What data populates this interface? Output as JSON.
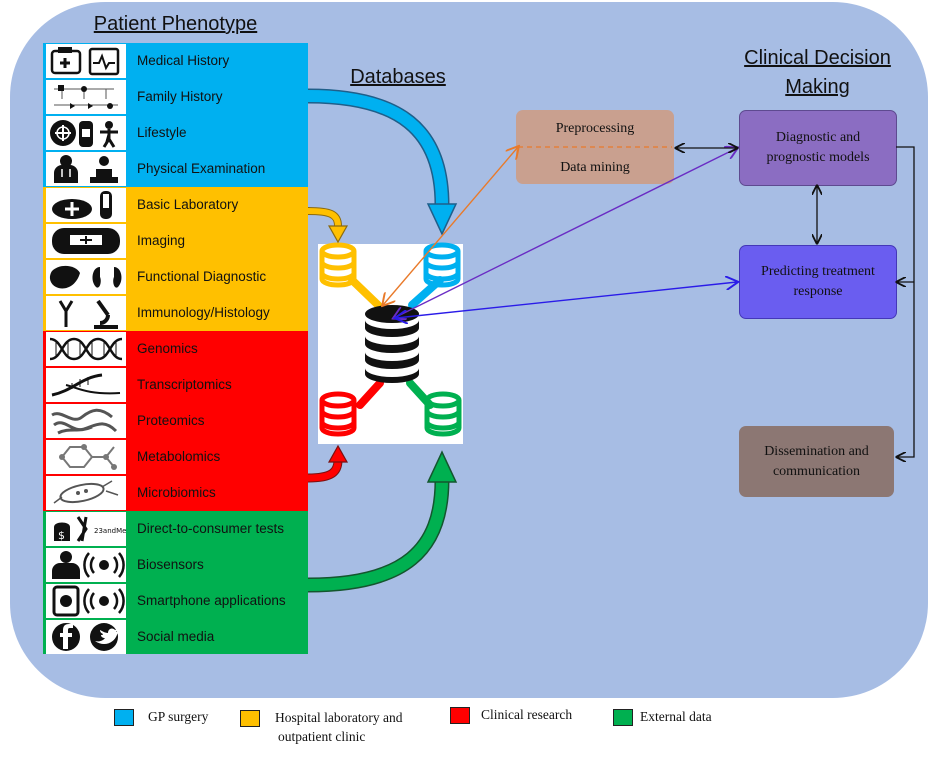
{
  "titles": {
    "phenotype": "Patient Phenotype",
    "databases": "Databases",
    "decision_line1": "Clinical Decision",
    "decision_line2": "Making"
  },
  "colors": {
    "panel": "#a7bde4",
    "gp": "#00b0f0",
    "hospital": "#ffc000",
    "research": "#ff0000",
    "external": "#00b050",
    "preprocess": "#c9a08f",
    "models": "#8b6dc2",
    "treatment": "#6a5df0",
    "dissemination": "#8c7773"
  },
  "phenotype_groups": [
    {
      "color": "#00b0f0",
      "items": [
        {
          "label": "Medical History",
          "icon": "clipboard-icon"
        },
        {
          "label": "Family History",
          "icon": "pedigree-icon"
        },
        {
          "label": "Lifestyle",
          "icon": "lifestyle-icon"
        },
        {
          "label": "Physical Examination",
          "icon": "doctor-icon"
        }
      ]
    },
    {
      "color": "#ffc000",
      "items": [
        {
          "label": "Basic Laboratory",
          "icon": "lab-icon"
        },
        {
          "label": "Imaging",
          "icon": "scanner-icon"
        },
        {
          "label": "Functional Diagnostic",
          "icon": "organ-icon"
        },
        {
          "label": "Immunology/Histology",
          "icon": "microscope-icon"
        }
      ]
    },
    {
      "color": "#ff0000",
      "items": [
        {
          "label": "Genomics",
          "icon": "dna-icon"
        },
        {
          "label": "Transcriptomics",
          "icon": "rna-icon"
        },
        {
          "label": "Proteomics",
          "icon": "protein-icon"
        },
        {
          "label": "Metabolomics",
          "icon": "molecule-icon"
        },
        {
          "label": "Microbiomics",
          "icon": "bacteria-icon"
        }
      ]
    },
    {
      "color": "#00b050",
      "items": [
        {
          "label": "Direct-to-consumer tests",
          "icon": "dtc-test-icon",
          "icon_text": "23andMe"
        },
        {
          "label": "Biosensors",
          "icon": "biosensor-icon"
        },
        {
          "label": "Smartphone applications",
          "icon": "smartphone-icon"
        },
        {
          "label": "Social media",
          "icon": "social-media-icon"
        }
      ]
    }
  ],
  "boxes": {
    "preprocessing": "Preprocessing",
    "data_mining": "Data mining",
    "models_line1": "Diagnostic and",
    "models_line2": "prognostic models",
    "treatment_line1": "Predicting treatment",
    "treatment_line2": "response",
    "dissemination_line1": "Dissemination and",
    "dissemination_line2": "communication"
  },
  "legend": [
    {
      "label": "GP surgery",
      "color": "#00b0f0"
    },
    {
      "label": "Hospital laboratory and",
      "label2": "outpatient clinic",
      "color": "#ffc000"
    },
    {
      "label": "Clinical research",
      "color": "#ff0000"
    },
    {
      "label": "External data",
      "color": "#00b050"
    }
  ]
}
